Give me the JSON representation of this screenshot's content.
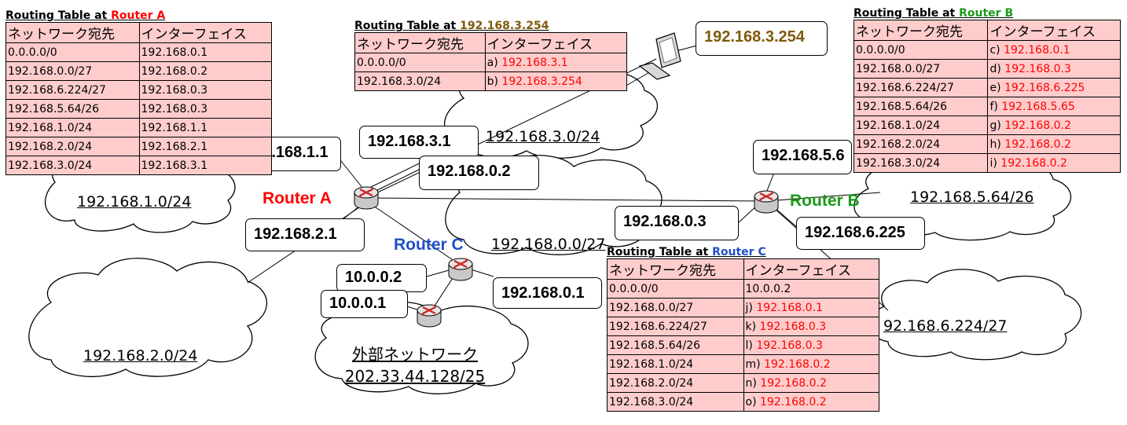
{
  "colors": {
    "router_a": "#ff0000",
    "router_b": "#1a9a1a",
    "router_c": "#1f4fc8",
    "pc": "#7f5a0a",
    "table_bg": "#ffcccc",
    "highlight": "#ff0000"
  },
  "icons": [
    "router-icon",
    "desktop-computer-icon",
    "cloud-shape"
  ],
  "networks": {
    "n1": "192.168.1.0/24",
    "n2": "192.168.2.0/24",
    "n3": "192.168.3.0/24",
    "n0": "192.168.0.0/27",
    "n5": "192.168.5.64/26",
    "n6": "92.168.6.224/27",
    "ext_name": "外部ネットワーク",
    "ext_addr": "202.33.44.128/25"
  },
  "routers": {
    "a": "Router A",
    "b": "Router B",
    "c": "Router C"
  },
  "callouts": {
    "a_1": "192.168.1.1",
    "a_3": "192.168.3.1",
    "a_0": "192.168.0.2",
    "a_2": "192.168.2.1",
    "b_5": "192.168.5.6",
    "b_0": "192.168.0.3",
    "b_6": "192.168.6.225",
    "c_ext": "10.0.0.2",
    "ext": "10.0.0.1",
    "c_0": "192.168.0.1",
    "pc": "192.168.3.254"
  },
  "tables": {
    "a": {
      "prefix": "Routing Table at ",
      "device": "Router A",
      "headers": [
        "ネットワーク宛先",
        "インターフェイス"
      ],
      "rows": [
        {
          "dest": "0.0.0.0/0",
          "letter": "",
          "iface": "192.168.0.1"
        },
        {
          "dest": "192.168.0.0/27",
          "letter": "",
          "iface": "192.168.0.2"
        },
        {
          "dest": "192.168.6.224/27",
          "letter": "",
          "iface": "192.168.0.3"
        },
        {
          "dest": "192.168.5.64/26",
          "letter": "",
          "iface": "192.168.0.3"
        },
        {
          "dest": "192.168.1.0/24",
          "letter": "",
          "iface": "192.168.1.1"
        },
        {
          "dest": "192.168.2.0/24",
          "letter": "",
          "iface": "192.168.2.1"
        },
        {
          "dest": "192.168.3.0/24",
          "letter": "",
          "iface": "192.168.3.1"
        }
      ]
    },
    "pc": {
      "prefix": "Routing Table at ",
      "device": "192.168.3.254",
      "headers": [
        "ネットワーク宛先",
        "インターフェイス"
      ],
      "rows": [
        {
          "dest": "0.0.0.0/0",
          "letter": "a) ",
          "iface": "192.168.3.1"
        },
        {
          "dest": "192.168.3.0/24",
          "letter": "b) ",
          "iface": "192.168.3.254"
        }
      ]
    },
    "b": {
      "prefix": "Routing Table at ",
      "device": "Router B",
      "headers": [
        "ネットワーク宛先",
        "インターフェイス"
      ],
      "rows": [
        {
          "dest": "0.0.0.0/0",
          "letter": "c) ",
          "iface": "192.168.0.1"
        },
        {
          "dest": "192.168.0.0/27",
          "letter": "d) ",
          "iface": "192.168.0.3"
        },
        {
          "dest": "192.168.6.224/27",
          "letter": "e) ",
          "iface": "192.168.6.225"
        },
        {
          "dest": "192.168.5.64/26",
          "letter": "f) ",
          "iface": "192.168.5.65"
        },
        {
          "dest": "192.168.1.0/24",
          "letter": "g) ",
          "iface": "192.168.0.2"
        },
        {
          "dest": "192.168.2.0/24",
          "letter": "h) ",
          "iface": "192.168.0.2"
        },
        {
          "dest": "192.168.3.0/24",
          "letter": "i) ",
          "iface": "192.168.0.2"
        }
      ]
    },
    "c": {
      "prefix": "Routing Table at ",
      "device": "Router C",
      "headers": [
        "ネットワーク宛先",
        "インターフェイス"
      ],
      "rows": [
        {
          "dest": "0.0.0.0/0",
          "letter": "",
          "iface": "10.0.0.2"
        },
        {
          "dest": "192.168.0.0/27",
          "letter": "j) ",
          "iface": "192.168.0.1"
        },
        {
          "dest": "192.168.6.224/27",
          "letter": "k) ",
          "iface": "192.168.0.3"
        },
        {
          "dest": "192.168.5.64/26",
          "letter": "l) ",
          "iface": "192.168.0.3"
        },
        {
          "dest": "192.168.1.0/24",
          "letter": "m) ",
          "iface": "192.168.0.2"
        },
        {
          "dest": "192.168.2.0/24",
          "letter": "n) ",
          "iface": "192.168.0.2"
        },
        {
          "dest": "192.168.3.0/24",
          "letter": "o) ",
          "iface": "192.168.0.2"
        }
      ]
    }
  }
}
